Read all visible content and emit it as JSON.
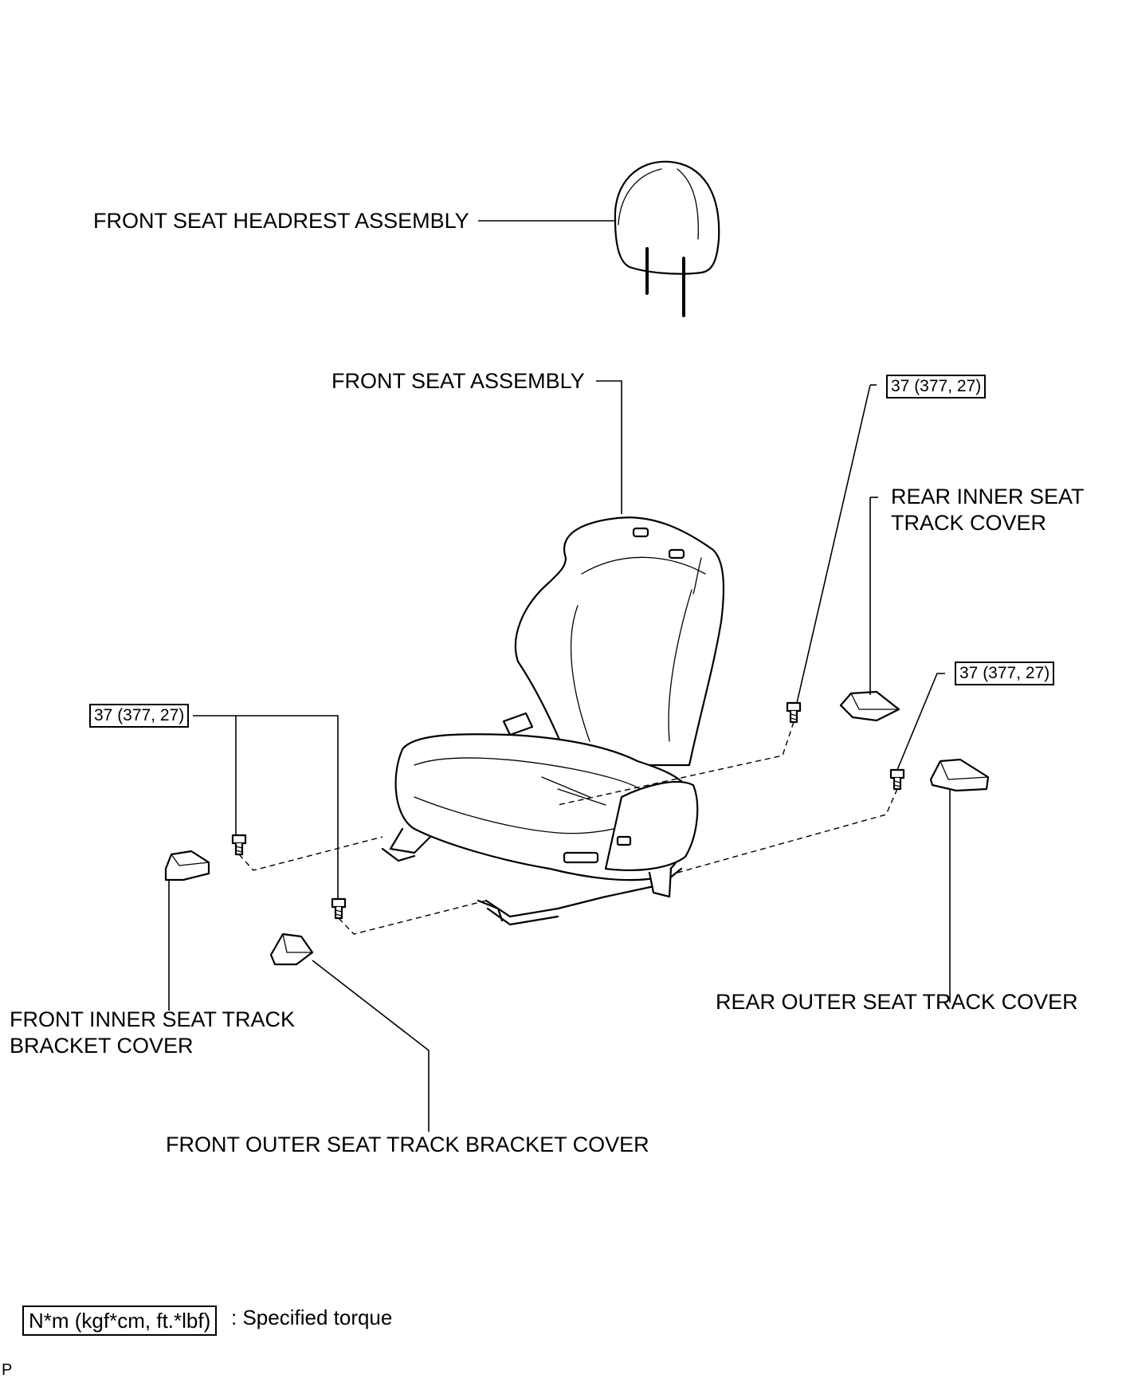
{
  "labels": {
    "headrest": "FRONT SEAT HEADREST ASSEMBLY",
    "seat": "FRONT SEAT ASSEMBLY",
    "rear_inner": [
      "REAR INNER SEAT",
      "TRACK COVER"
    ],
    "rear_outer": "REAR OUTER SEAT TRACK COVER",
    "front_inner": [
      "FRONT INNER  SEAT TRACK",
      "BRACKET COVER"
    ],
    "front_outer": "FRONT OUTER  SEAT TRACK BRACKET COVER"
  },
  "torque": {
    "left": "37 (377, 27)",
    "top_right": "37 (377, 27)",
    "right": "37 (377, 27)"
  },
  "legend": {
    "unit_box": "N*m (kgf*cm, ft.*lbf)",
    "text": ": Specified torque"
  },
  "corner_mark": "P"
}
